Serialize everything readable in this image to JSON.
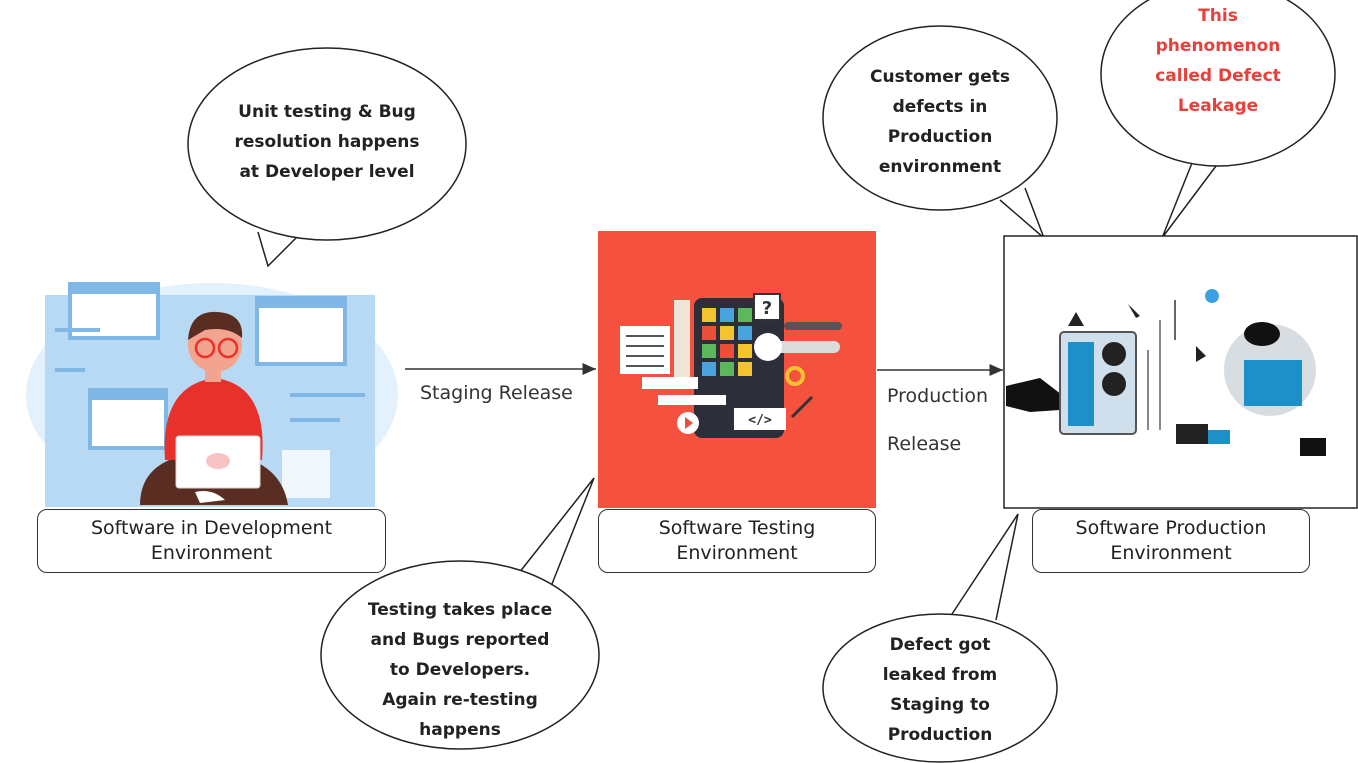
{
  "bubbles": {
    "unit_testing": [
      "Unit testing & Bug",
      "resolution happens",
      "at Developer level"
    ],
    "testing_takes_place": [
      "Testing takes place",
      "and Bugs reported",
      "to Developers.",
      "Again re-testing",
      "happens"
    ],
    "customer_gets_defects": [
      "Customer gets",
      "defects in",
      "Production",
      "environment"
    ],
    "defect_leakage": [
      "This",
      "phenomenon",
      "called Defect",
      "Leakage"
    ],
    "defect_leaked": [
      "Defect got",
      "leaked from",
      "Staging to",
      "Production"
    ]
  },
  "environments": {
    "development": [
      "Software in Development",
      "Environment"
    ],
    "testing": [
      "Software Testing",
      "Environment"
    ],
    "production": [
      "Software Production",
      "Environment"
    ]
  },
  "edges": {
    "staging_release": "Staging Release",
    "production_release_line1": "Production",
    "production_release_line2": "Release"
  },
  "colors": {
    "testing_bg": "#f4513f",
    "highlight_text": "#e8403a",
    "dev_blue": "#9cc8ee"
  },
  "icons": {
    "testing_tile": "?"
  }
}
